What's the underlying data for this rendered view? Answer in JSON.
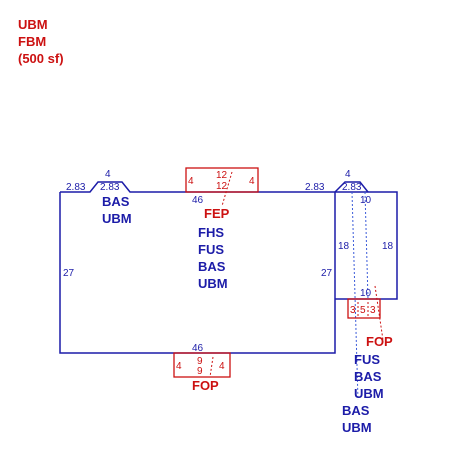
{
  "header": {
    "line1": "UBM",
    "line2": "FBM",
    "line3": "(500 sf)"
  },
  "main_area": {
    "top_width": "46",
    "bottom_width": "46",
    "left_height": "27",
    "right_height": "27",
    "left_bump": {
      "w_left": "2.83",
      "w_right": "2.83",
      "top": "4"
    },
    "right_bump": {
      "w_left": "2.83",
      "w_right": "2.83",
      "top": "4"
    },
    "labels_top": [
      "BAS",
      "UBM"
    ],
    "labels_center": [
      "FHS",
      "FUS",
      "BAS",
      "UBM"
    ]
  },
  "fep": {
    "label": "FEP",
    "left": "4",
    "right": "4",
    "top": "12",
    "inner": "12"
  },
  "fop_bottom": {
    "label": "FOP",
    "left": "4",
    "right": "4",
    "top": "9",
    "inner": "9"
  },
  "side_area": {
    "top": "10",
    "bottom": "10",
    "left": "18",
    "right": "18",
    "labels": [
      "FUS",
      "BAS",
      "UBM"
    ],
    "labels_lower": [
      "BAS",
      "UBM"
    ]
  },
  "fop_side": {
    "label": "FOP",
    "a": "3",
    "b": "5",
    "c": "3"
  },
  "colors": {
    "line_blue": "#1c1ca8",
    "line_red": "#cc1111"
  }
}
